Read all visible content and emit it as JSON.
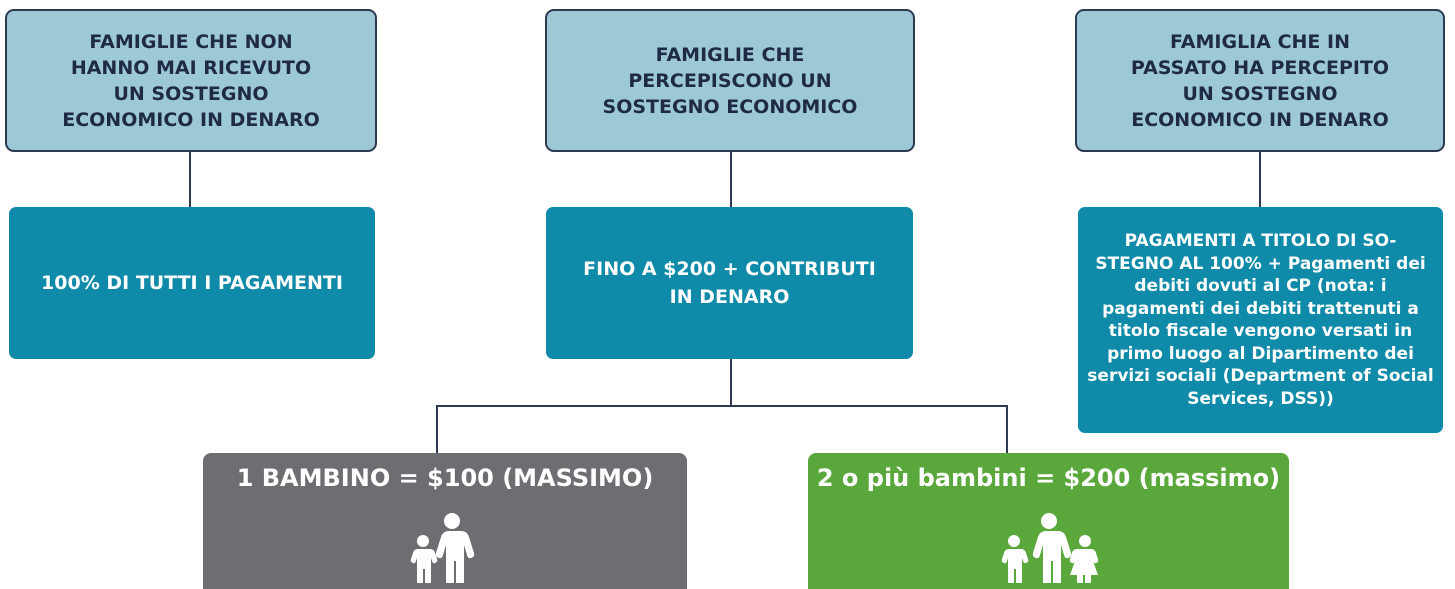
{
  "colors": {
    "top_fill": "#9dc9d6",
    "top_border": "#2e3a52",
    "mid_fill": "#0f8aa8",
    "one_child_fill": "#6d6e71",
    "two_children_fill": "#5aa83c",
    "connector": "#2e3a52"
  },
  "columns": [
    {
      "header": "FAMIGLIE CHE NON HANNO MAI RICEVUTO UN SOSTEGNO ECONOMICO IN DENARO",
      "result": "100% DI TUTTI I PAGAMENTI"
    },
    {
      "header": "FAMIGLIE CHE PERCEPISCONO UN SOSTEGNO ECONOMICO",
      "result": "FINO A $200 + CONTRIBUTI IN DENARO"
    },
    {
      "header": "FAMIGLIA CHE IN PASSATO HA PERCEPITO UN SOSTEGNO ECONOMICO IN DENARO",
      "result": "PAGAMENTI A TITOLO DI SO- STEGNO AL 100% + Pagamenti dei debiti dovuti al CP (nota: i pagamenti dei debiti trattenuti a titolo fiscale vengono versati in primo luogo al Dipartimento dei servizi sociali (Department of Social Services, DSS))"
    }
  ],
  "branches": [
    {
      "label": "1 BAMBINO = $100 (MASSIMO)",
      "icon": "adult-and-one-child-icon"
    },
    {
      "label": "2 o più bambini = $200 (massimo)",
      "icon": "adult-and-two-children-icon"
    }
  ]
}
